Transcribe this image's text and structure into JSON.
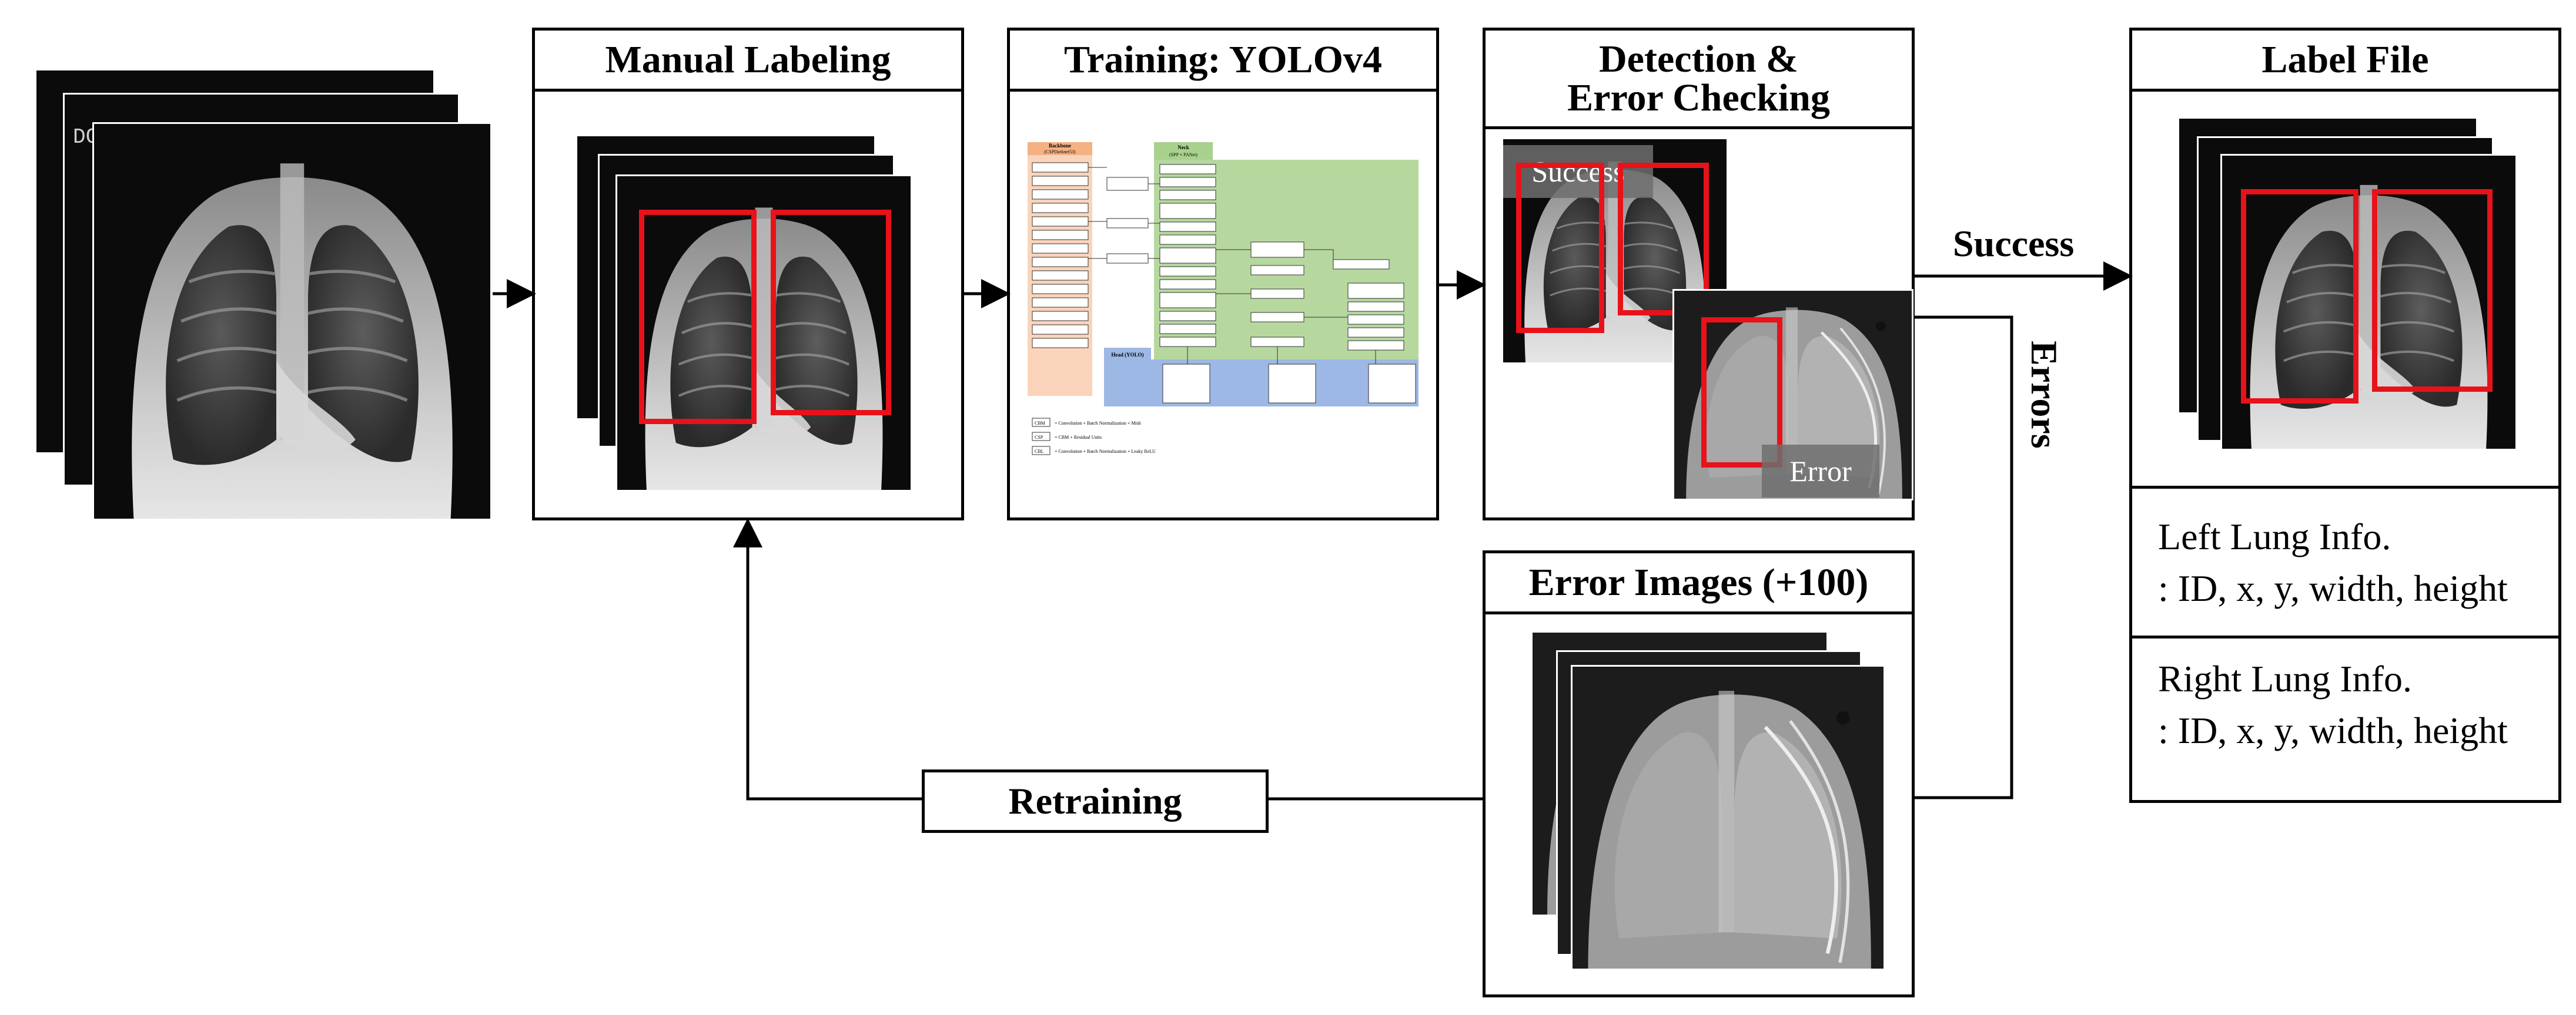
{
  "panels": {
    "manual_labeling": {
      "title": "Manual Labeling"
    },
    "training": {
      "title": "Training: YOLOv4"
    },
    "detection": {
      "title_line1": "Detection &",
      "title_line2": "Error Checking"
    },
    "error_images": {
      "title": "Error Images (+100)"
    },
    "label_file": {
      "title": "Label File"
    }
  },
  "overlays": {
    "success": "Success",
    "error": "Error"
  },
  "flow": {
    "success": "Success",
    "errors": "Errors",
    "retraining": "Retraining"
  },
  "label_info": {
    "left_title": "Left Lung Info.",
    "left_fields": ": ID, x, y, width, height",
    "right_title": "Right Lung Info.",
    "right_fields": ": ID, x, y, width, height"
  },
  "xray_watermark": "DCHA.",
  "yolo": {
    "backbone": "Backbone",
    "backbone_sub": "(CSPDarknet53)",
    "neck": "Neck",
    "neck_sub": "(SPP + PANet)",
    "head": "Head (YOLO)",
    "legend": [
      {
        "key": "CBM",
        "text": "= Convolution + Batch Normalization + Mish"
      },
      {
        "key": "CSP",
        "text": "= CBM + Residual Units"
      },
      {
        "key": "CBL",
        "text": "= Convolution + Batch Normalization + Leaky ReLU"
      }
    ]
  },
  "colors": {
    "accent_red": "#e8121a",
    "backbone": "#f4b183",
    "neck": "#a9d18e",
    "head": "#9db8e4"
  },
  "icons": [
    "arrow-right-icon",
    "arrow-up-icon"
  ]
}
